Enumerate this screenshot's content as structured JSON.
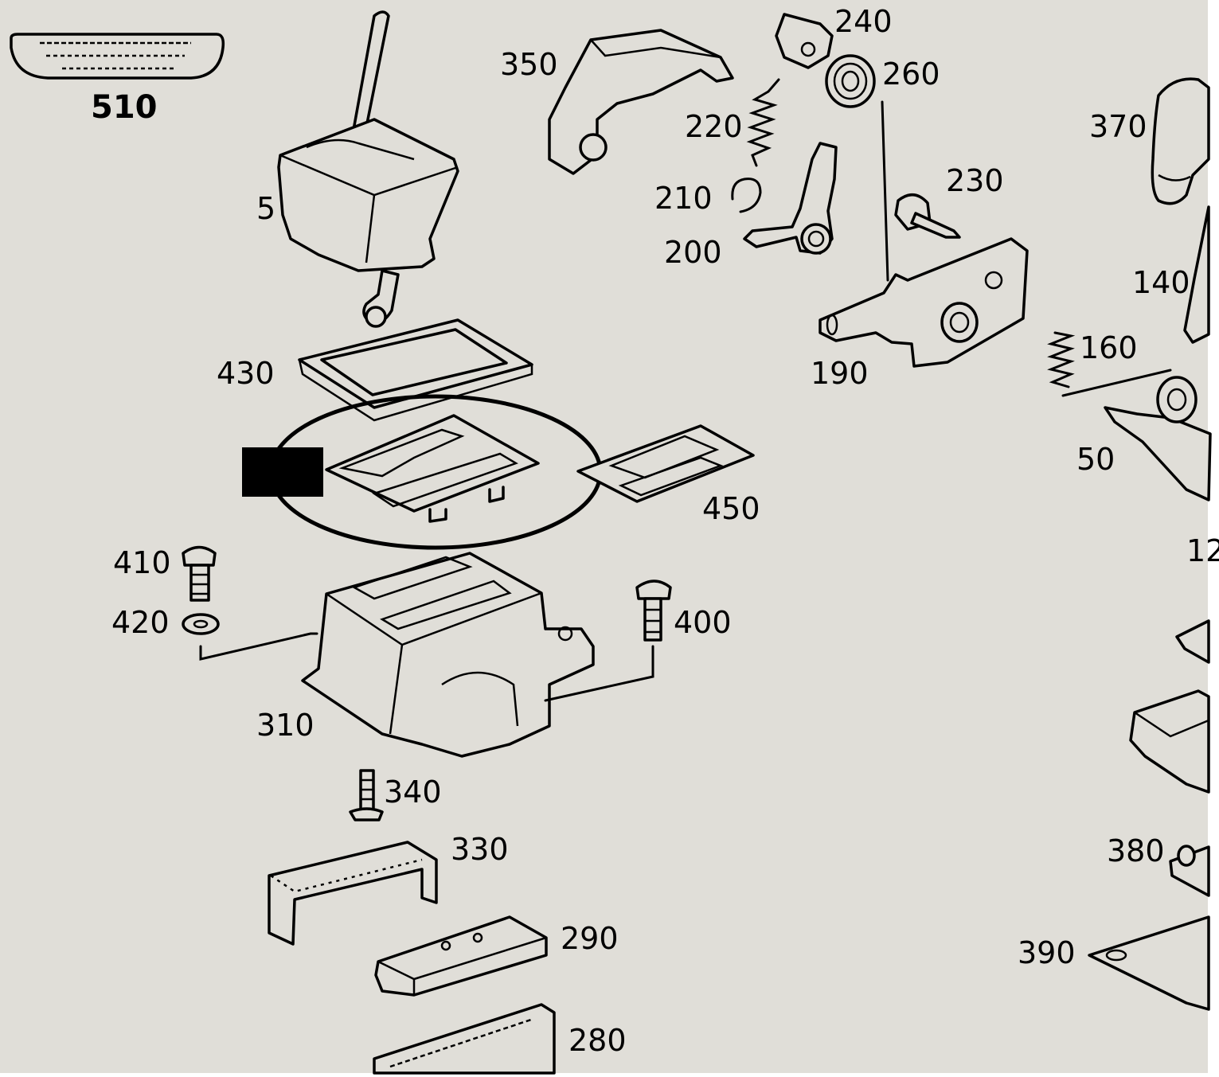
{
  "colors": {
    "background": "#e0ded8",
    "ink": "#000000",
    "margin": "#ffffff"
  },
  "labels": {
    "p5": "5",
    "p50": "50",
    "p140": "140",
    "p160": "160",
    "p190": "190",
    "p200": "200",
    "p210": "210",
    "p220": "220",
    "p230": "230",
    "p240": "240",
    "p260": "260",
    "p280": "280",
    "p290": "290",
    "p310": "310",
    "p330": "330",
    "p340": "340",
    "p350": "350",
    "p370": "370",
    "p380": "380",
    "p390": "390",
    "p400": "400",
    "p410": "410",
    "p420": "420",
    "p430": "430",
    "p450": "450",
    "p510": "510",
    "p12": "12"
  }
}
